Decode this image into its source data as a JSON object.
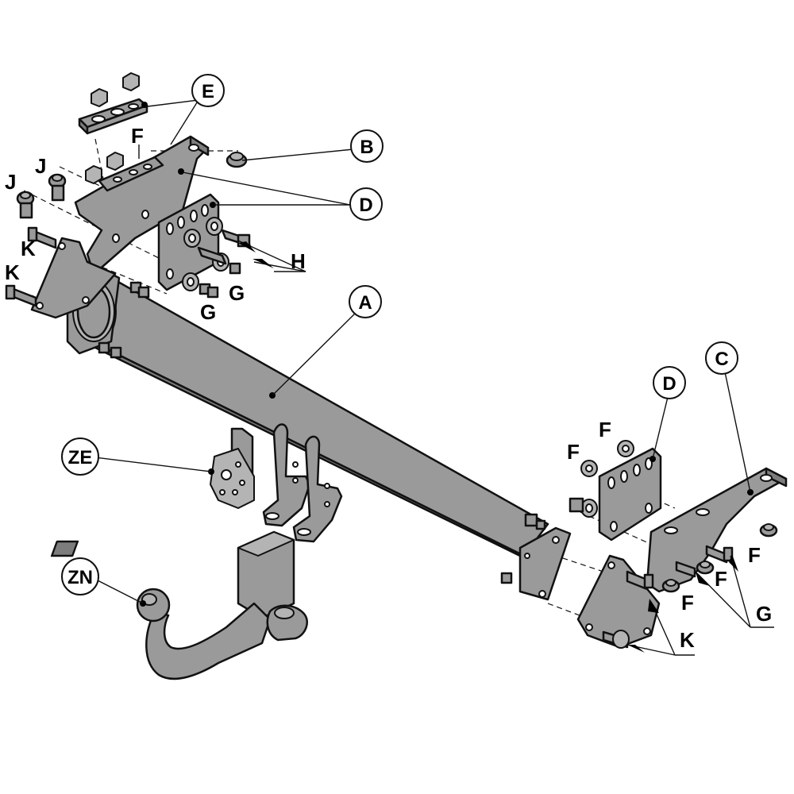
{
  "callouts": {
    "A": "A",
    "B": "B",
    "C": "C",
    "D_left": "D",
    "D_right": "D",
    "E": "E",
    "ZE": "ZE",
    "ZN": "ZN"
  },
  "plain_labels": {
    "F_top": "F",
    "J_upper": "J",
    "J_lower": "J",
    "K_upper": "K",
    "K_lower": "K",
    "H": "H",
    "G_left_a": "G",
    "G_left_b": "G",
    "F_right_1": "F",
    "F_right_2": "F",
    "F_right_3": "F",
    "F_right_4": "F",
    "F_right_5": "F",
    "G_right": "G",
    "K_right": "K"
  },
  "colors": {
    "part_fill": "#9a9a9a",
    "outline": "#111111",
    "background": "#ffffff"
  }
}
